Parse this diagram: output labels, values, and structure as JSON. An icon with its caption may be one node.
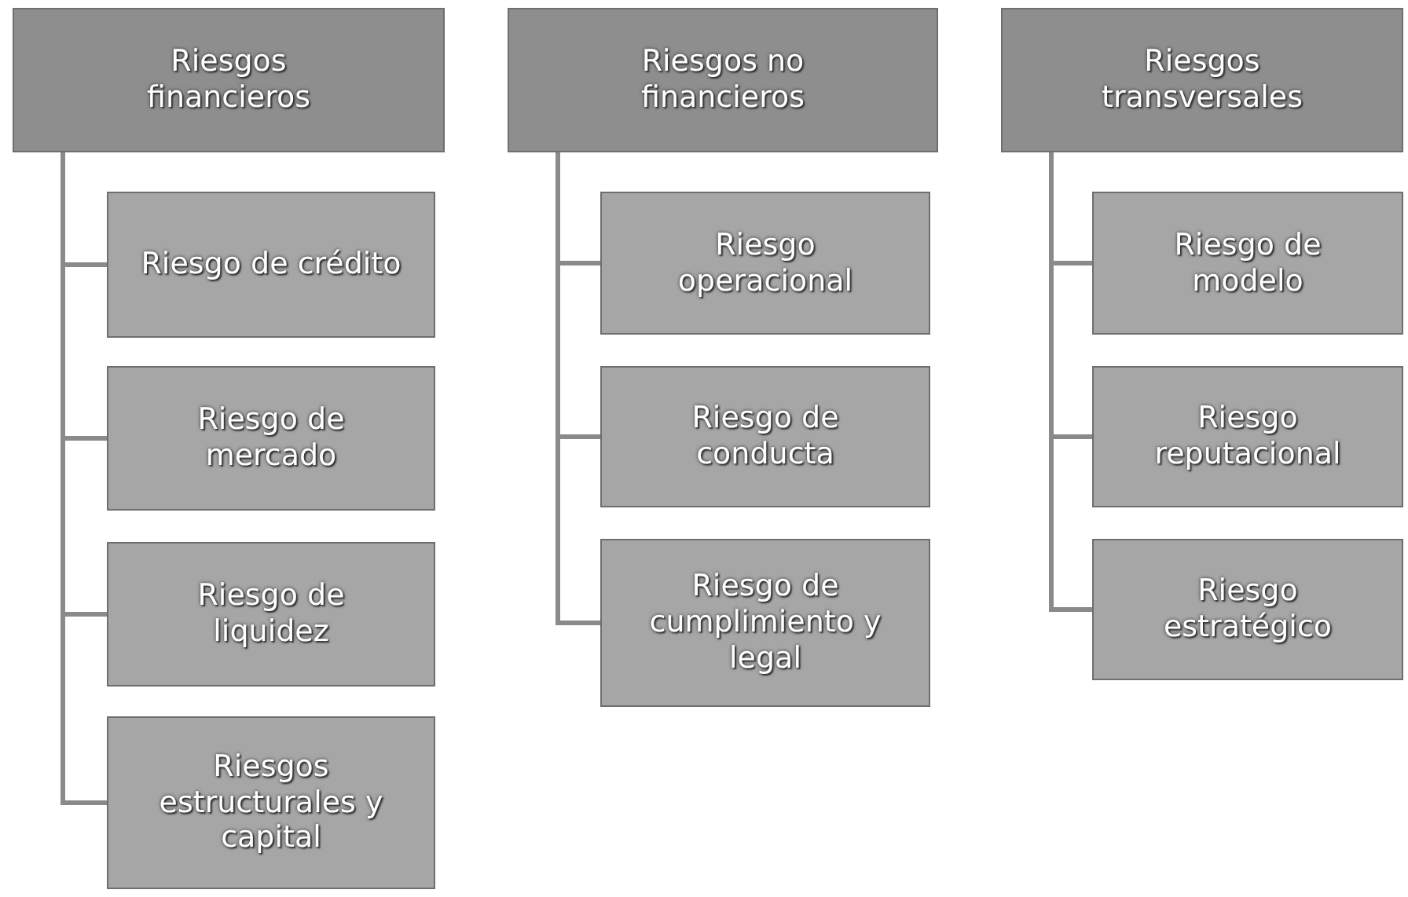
{
  "diagram": {
    "nodes": [
      {
        "text": [
          "Riesgos financieros"
        ]
      },
      {
        "text": [
          "Riesgo de crédito"
        ]
      },
      {
        "text": [
          "Riesgo de mercado"
        ]
      },
      {
        "text": [
          "Riesgo de liquidez"
        ]
      },
      {
        "text": [
          "Riesgos estructurales y capital"
        ]
      },
      {
        "text": [
          "Riesgos no financieros"
        ]
      },
      {
        "text": [
          "Riesgo operacional"
        ]
      },
      {
        "text": [
          "Riesgo de conducta"
        ]
      },
      {
        "text": [
          "Riesgo de cumplimiento y legal"
        ]
      },
      {
        "text": [
          "Riesgos transversales"
        ]
      },
      {
        "text": [
          "Riesgo de modelo"
        ]
      },
      {
        "text": [
          "Riesgo reputacional"
        ]
      },
      {
        "text": [
          "Riesgo estratégico"
        ]
      }
    ],
    "edges": [
      {
        "from": 0,
        "to": 1,
        "arrow": "none"
      },
      {
        "from": 0,
        "to": 2,
        "arrow": "none"
      },
      {
        "from": 0,
        "to": 3,
        "arrow": "none"
      },
      {
        "from": 0,
        "to": 4,
        "arrow": "none"
      },
      {
        "from": 5,
        "to": 6,
        "arrow": "none"
      },
      {
        "from": 5,
        "to": 7,
        "arrow": "none"
      },
      {
        "from": 5,
        "to": 8,
        "arrow": "none"
      },
      {
        "from": 9,
        "to": 10,
        "arrow": "none"
      },
      {
        "from": 9,
        "to": 11,
        "arrow": "none"
      },
      {
        "from": 9,
        "to": 12,
        "arrow": "none"
      }
    ]
  }
}
